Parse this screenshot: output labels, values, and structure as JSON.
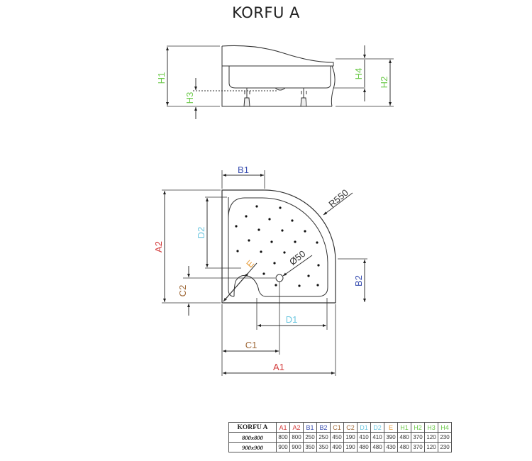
{
  "title": "KORFU A",
  "colors": {
    "A": "#d33a3a",
    "B": "#3a4fb0",
    "C": "#a06a3a",
    "D": "#6ec7e0",
    "E": "#e8a040",
    "H": "#6cc94a",
    "line": "#333333"
  },
  "side_view": {
    "labels": {
      "h1": "H1",
      "h2": "H2",
      "h3": "H3",
      "h4": "H4"
    }
  },
  "top_view": {
    "labels": {
      "a1": "A1",
      "a2": "A2",
      "b1": "B1",
      "b2": "B2",
      "c1": "C1",
      "c2": "C2",
      "d1": "D1",
      "d2": "D2",
      "e": "E",
      "radius": "R550",
      "drain": "Ø50"
    }
  },
  "table": {
    "model": "KORFU A",
    "columns": [
      {
        "key": "A1",
        "color": "#d33a3a"
      },
      {
        "key": "A2",
        "color": "#d33a3a"
      },
      {
        "key": "B1",
        "color": "#3a4fb0"
      },
      {
        "key": "B2",
        "color": "#3a4fb0"
      },
      {
        "key": "C1",
        "color": "#a06a3a"
      },
      {
        "key": "C2",
        "color": "#a06a3a"
      },
      {
        "key": "D1",
        "color": "#6ec7e0"
      },
      {
        "key": "D2",
        "color": "#6ec7e0"
      },
      {
        "key": "E",
        "color": "#e8a040"
      },
      {
        "key": "H1",
        "color": "#6cc94a"
      },
      {
        "key": "H2",
        "color": "#6cc94a"
      },
      {
        "key": "H3",
        "color": "#6cc94a"
      },
      {
        "key": "H4",
        "color": "#6cc94a"
      }
    ],
    "rows": [
      {
        "size": "800x800",
        "values": [
          "800",
          "800",
          "250",
          "250",
          "450",
          "190",
          "410",
          "410",
          "390",
          "480",
          "370",
          "120",
          "230"
        ]
      },
      {
        "size": "900x900",
        "values": [
          "900",
          "900",
          "350",
          "350",
          "490",
          "190",
          "480",
          "480",
          "430",
          "480",
          "370",
          "120",
          "230"
        ]
      }
    ]
  }
}
